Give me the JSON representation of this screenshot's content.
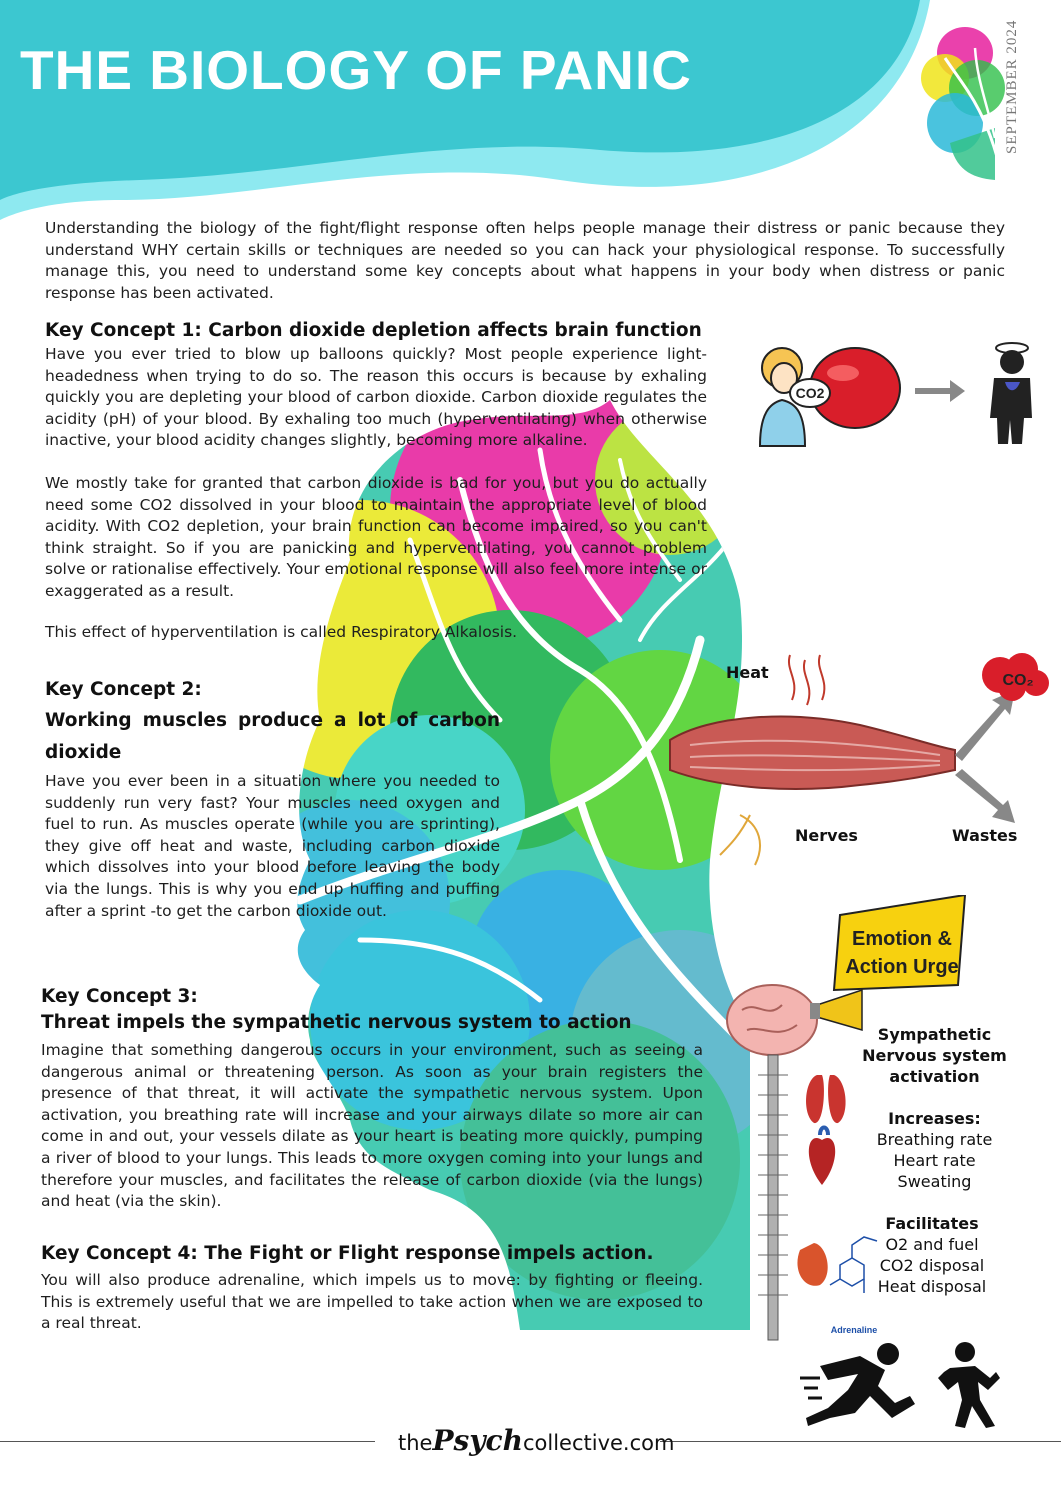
{
  "header": {
    "title": "THE BIOLOGY OF PANIC",
    "date": "SEPTEMBER 2024",
    "colors": {
      "teal": "#3cc7d0",
      "light_teal": "#8ee9f0"
    }
  },
  "intro": "Understanding the biology of the fight/flight response often helps people manage their distress or panic because they understand WHY certain skills or techniques are needed so you can hack your physiological response. To successfully manage this, you need to understand some key concepts about what happens in your body when distress or panic response has been activated.",
  "kc1": {
    "heading": "Key Concept 1:  Carbon dioxide depletion affects brain function",
    "p1": "Have you ever tried to blow up balloons quickly? Most people experience light-headedness when trying to do so.  The reason this occurs is because by exhaling quickly you are depleting your blood of carbon dioxide. Carbon dioxide regulates the acidity (pH) of your blood. By exhaling too much (hyperventilating) when otherwise inactive, your blood acidity changes slightly, becoming more alkaline.",
    "p2": "We mostly take for granted that carbon dioxide is bad for you, but you do actually need some CO2 dissolved in your blood to maintain the appropriate level of blood acidity. With CO2 depletion, your brain function can become impaired, so you can't think straight. So if you are panicking and hyperventilating, you cannot problem solve or rationalise effectively. Your emotional response will also feel more intense or exaggerated as a result.",
    "p3": "This effect of hyperventilation is called Respiratory Alkalosis.",
    "icon_text": "CO2"
  },
  "kc2": {
    "heading_1": "Key Concept 2:",
    "heading_2": "Working muscles produce a lot of carbon",
    "heading_3": "dioxide",
    "p": "Have you ever been in a situation where you needed to suddenly run very fast?  Your muscles need oxygen and fuel to run. As muscles operate (while you are sprinting), they give off heat and waste, including carbon dioxide which dissolves into your blood before leaving the body via the lungs. This is why you end up huffing and puffing after a sprint -to get the carbon dioxide out.",
    "labels": {
      "heat": "Heat",
      "nerves": "Nerves",
      "wastes": "Wastes",
      "co2": "CO₂"
    }
  },
  "kc3": {
    "heading_1": "Key Concept 3:",
    "heading_2": "Threat impels the sympathetic nervous system to action",
    "p": "Imagine that something dangerous occurs in your environment, such as seeing a dangerous animal or threatening person. As soon as your brain registers the presence of that threat, it will activate the sympathetic nervous system. Upon activation, you breathing rate will increase and your airways dilate so more air can come in and out, your vessels dilate as your heart is beating more quickly, pumping a river of blood to your lungs. This leads to more oxygen coming into your lungs and therefore your muscles, and facilitates the release of carbon dioxide (via the lungs) and heat (via the skin)."
  },
  "kc4": {
    "heading": "Key Concept 4: The Fight or Flight response impels action.",
    "p": "You will also produce adrenaline, which impels us to move: by fighting or fleeing. This is extremely useful that we are impelled to take action when we are exposed to a real threat."
  },
  "sidebar": {
    "banner_1": "Emotion &",
    "banner_2": "Action Urge",
    "activation_1": "Sympathetic",
    "activation_2": "Nervous system",
    "activation_3": "activation",
    "increases_title": "Increases:",
    "increases": [
      "Breathing rate",
      "Heart rate",
      "Sweating"
    ],
    "facilitates_title": "Facilitates",
    "facilitates": [
      "O2 and fuel",
      "CO2 disposal",
      "Heat disposal"
    ],
    "adrenaline_label": "Adrenaline"
  },
  "footer": {
    "prefix": "the",
    "brand": "Psych",
    "suffix": "collective.com"
  }
}
